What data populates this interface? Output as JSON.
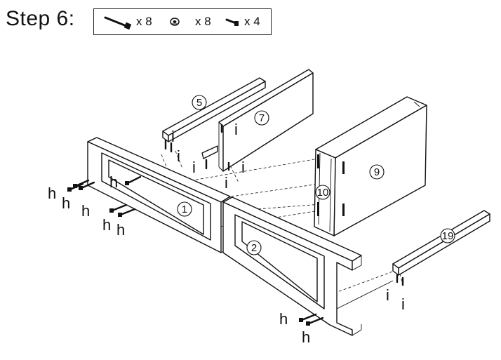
{
  "step": {
    "title": "Step 6:"
  },
  "hardware": [
    {
      "icon": "long-bolt-icon",
      "quantity": "x 8"
    },
    {
      "icon": "cam-lock-icon",
      "quantity": "x 8"
    },
    {
      "icon": "cam-dowel-icon",
      "quantity": "x 4"
    }
  ],
  "parts": {
    "p1": "1",
    "p2": "2",
    "p5": "5",
    "p7": "7",
    "p9": "9",
    "p10": "10",
    "p19": "19"
  },
  "hardware_labels": {
    "h": "h",
    "i": "i"
  }
}
